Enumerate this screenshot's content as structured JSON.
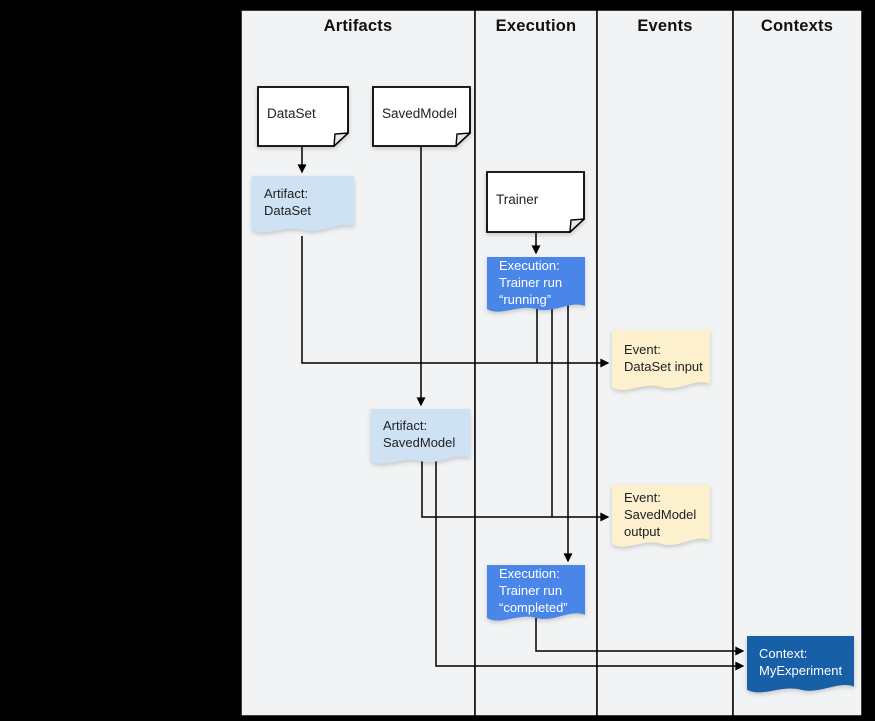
{
  "lanes": [
    {
      "label": "Artifacts"
    },
    {
      "label": "Execution"
    },
    {
      "label": "Events"
    },
    {
      "label": "Contexts"
    }
  ],
  "nodes": {
    "dataset_doc": {
      "label": "DataSet"
    },
    "savedmodel_doc": {
      "label": "SavedModel"
    },
    "trainer_doc": {
      "label": "Trainer"
    },
    "artifact_dataset": {
      "label": "Artifact:\nDataSet"
    },
    "execution_running": {
      "label": "Execution:\nTrainer run\n“running”"
    },
    "event_dataset_input": {
      "label": "Event:\nDataSet input"
    },
    "artifact_savedmodel": {
      "label": "Artifact:\nSavedModel"
    },
    "event_savedmodel_output": {
      "label": "Event:\nSavedModel\noutput"
    },
    "execution_completed": {
      "label": "Execution:\nTrainer run\n“completed”"
    },
    "context_myexperiment": {
      "label": "Context:\nMyExperiment"
    }
  },
  "colors": {
    "canvas_bg": "#000000",
    "lane_bg": "#f1f3f4",
    "lane_border": "#000000",
    "doc_fill": "#ffffff",
    "artifact_fill": "#cfe2f3",
    "execution_fill": "#4a86e8",
    "event_fill": "#fcf1cc",
    "context_fill": "#175fa6",
    "line_color": "#000000",
    "text_dark": "#202124",
    "text_light": "#ffffff"
  }
}
